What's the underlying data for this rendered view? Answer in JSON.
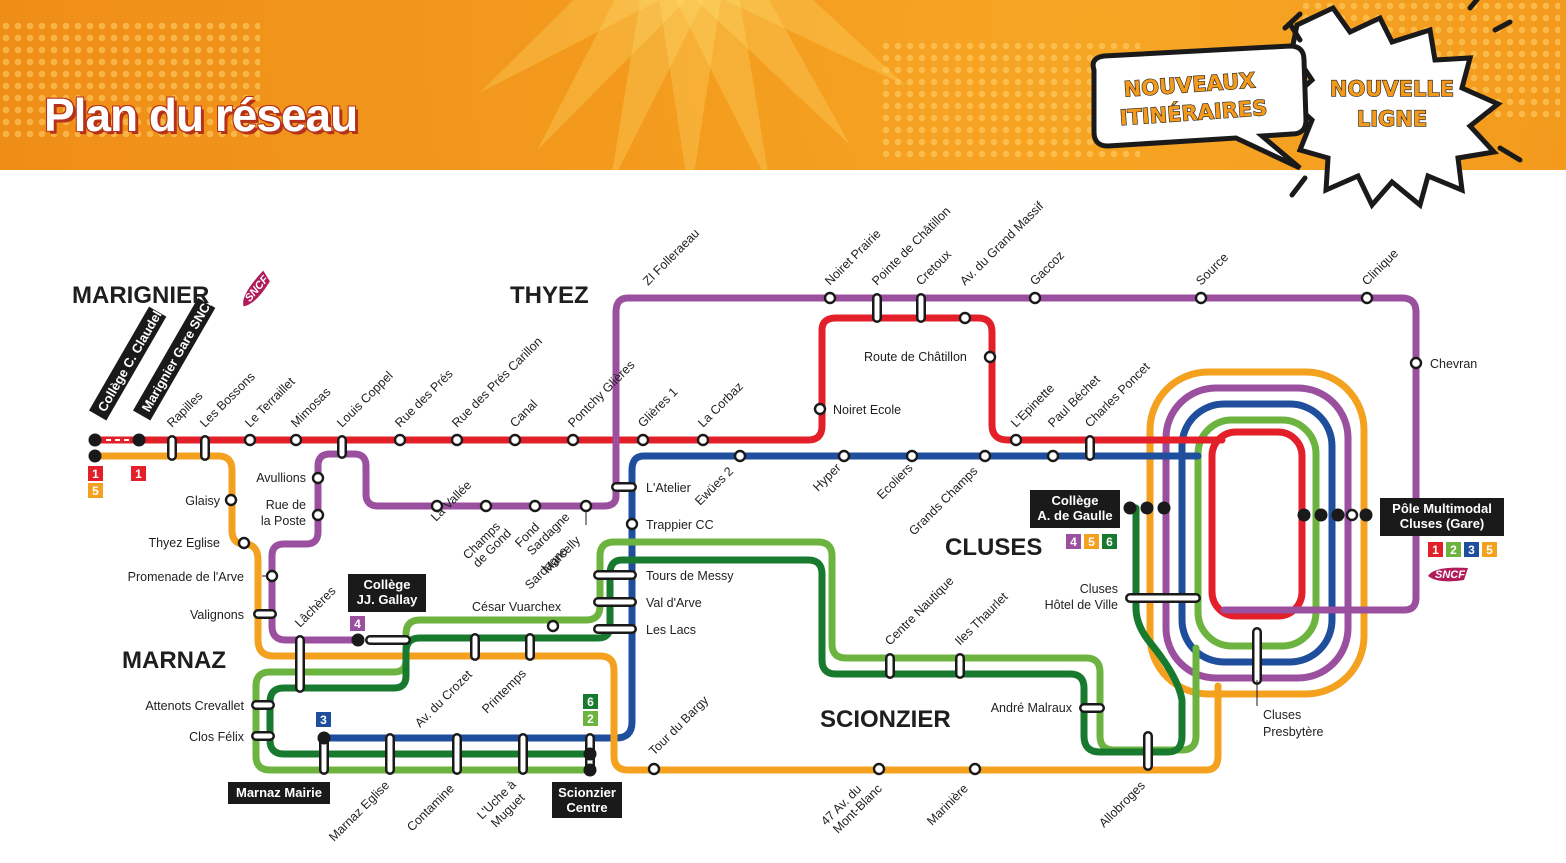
{
  "page_title": "Plan du réseau",
  "promo": {
    "bubble_left": [
      "NOUVEAUX",
      "ITINÉRAIRES"
    ],
    "bubble_right": [
      "NOUVELLE",
      "LIGNE"
    ]
  },
  "sncf_logo_text": "SNCF",
  "colors": {
    "line_1": "#e3202a",
    "line_2": "#6db33f",
    "line_3": "#1f4e9c",
    "line_4": "#9b4f9f",
    "line_5": "#f3a11e",
    "line_6": "#177a2e",
    "header": "#f39a1d",
    "title_shadow": "#b5311b"
  },
  "cities": [
    "MARIGNIER",
    "THYEZ",
    "MARNAZ",
    "CLUSES",
    "SCIONZIER"
  ],
  "hubs": [
    {
      "name": "collège-c-claudel",
      "label": [
        "Collège C. Claudel"
      ],
      "lines": [
        "1",
        "5"
      ]
    },
    {
      "name": "marignier-gare-sncf",
      "label": [
        "Marignier Gare SNCF"
      ],
      "lines": [
        "1"
      ]
    },
    {
      "name": "collège-jj-gallay",
      "label": [
        "Collège",
        "JJ. Gallay"
      ],
      "lines": [
        "4"
      ]
    },
    {
      "name": "collège-a-de-gaulle",
      "label": [
        "Collège",
        "A. de Gaulle"
      ],
      "lines": [
        "4",
        "5",
        "6"
      ]
    },
    {
      "name": "pôle-multimodal",
      "label": [
        "Pôle Multimodal",
        "Cluses (Gare)"
      ],
      "lines": [
        "1",
        "2",
        "3",
        "5"
      ]
    },
    {
      "name": "marnaz-mairie",
      "label": [
        "Marnaz Mairie"
      ],
      "lines": [
        "3"
      ]
    },
    {
      "name": "scionzier-centre",
      "label": [
        "Scionzier",
        "Centre"
      ],
      "lines": [
        "6",
        "2"
      ]
    }
  ],
  "stops": [
    "Rapilles",
    "Les Bossons",
    "Le Terraillet",
    "Mimosas",
    "Louis Coppel",
    "Rue des Prés",
    "Rue des Prés Carillon",
    "Canal",
    "Pontchy Glières",
    "Glières 1",
    "La Corbaz",
    "ZI Folleraeau",
    "Noiret Prairie",
    "Pointe de Châtillon",
    "Cretoux",
    "Av. du Grand Massif",
    "Gaccoz",
    "Source",
    "Clinique",
    "Chevran",
    "Route de Châtillon",
    "Noiret Ecole",
    "L'Epinette",
    "Paul Béchet",
    "Charles Poncet",
    "Avullions",
    "Rue de",
    "la Poste",
    "La Vallée",
    "Champs",
    "de Gond",
    "Fond",
    "Sardagne",
    "Sardagne",
    "Marcelly",
    "L'Atelier",
    "Trappier CC",
    "Ewües 2",
    "Hyper",
    "Ecoliers",
    "Grands Champs",
    "Glaisy",
    "Thyez Eglise",
    "Promenade de l'Arve",
    "Valignons",
    "Lâchères",
    "Tours de Messy",
    "Val d'Arve",
    "Les Lacs",
    "César Vuarchex",
    "Av. du Crozet",
    "Printemps",
    "Attenots Crevallet",
    "Clos Félix",
    "Centre Nautique",
    "Iles Thaurlet",
    "Cluses",
    "Hôtel de Ville",
    "André Malraux",
    "Tour du Bargy",
    "Marnaz Eglise",
    "Contamine",
    "L'Uche à",
    "Muguet",
    "47 Av. du",
    "Mont-Blanc",
    "Marinière",
    "Allobroges",
    "Cluses",
    "Presbytère"
  ]
}
